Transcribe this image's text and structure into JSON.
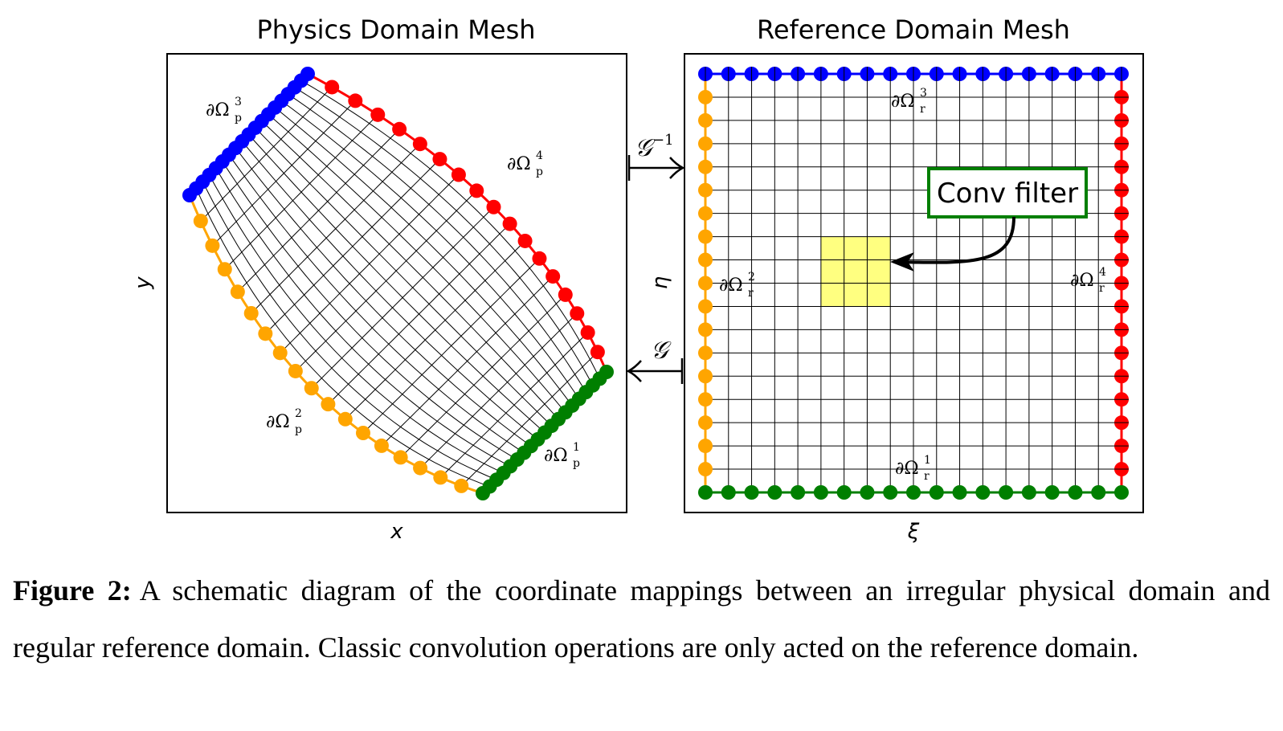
{
  "physics_panel": {
    "title": "Physics Domain Mesh",
    "xlabel": "x",
    "ylabel": "y",
    "boundaries": [
      {
        "symbol": "∂Ω",
        "sub": "p",
        "sup": "1",
        "color": "#007f00"
      },
      {
        "symbol": "∂Ω",
        "sub": "p",
        "sup": "2",
        "color": "#ffa500"
      },
      {
        "symbol": "∂Ω",
        "sub": "p",
        "sup": "3",
        "color": "#0000ff"
      },
      {
        "symbol": "∂Ω",
        "sub": "p",
        "sup": "4",
        "color": "#ff0000"
      }
    ]
  },
  "reference_panel": {
    "title": "Reference Domain Mesh",
    "xlabel": "ξ",
    "ylabel": "η",
    "boundaries": [
      {
        "symbol": "∂Ω",
        "sub": "r",
        "sup": "1",
        "color": "#007f00"
      },
      {
        "symbol": "∂Ω",
        "sub": "r",
        "sup": "2",
        "color": "#ffa500"
      },
      {
        "symbol": "∂Ω",
        "sub": "r",
        "sup": "3",
        "color": "#0000ff"
      },
      {
        "symbol": "∂Ω",
        "sub": "r",
        "sup": "4",
        "color": "#ff0000"
      }
    ],
    "conv_filter": {
      "label": "Conv filter",
      "fill": "#ffff80",
      "border": "#007f00"
    }
  },
  "mappings": {
    "forward": {
      "symbol": "𝒢",
      "sup": "−1"
    },
    "inverse": {
      "symbol": "𝒢",
      "sup": ""
    }
  },
  "caption": {
    "label": "Figure 2:",
    "text": "A schematic diagram of the coordinate mappings between an irregular physical domain and regular reference domain. Classic convolution operations are only acted on the reference domain."
  }
}
